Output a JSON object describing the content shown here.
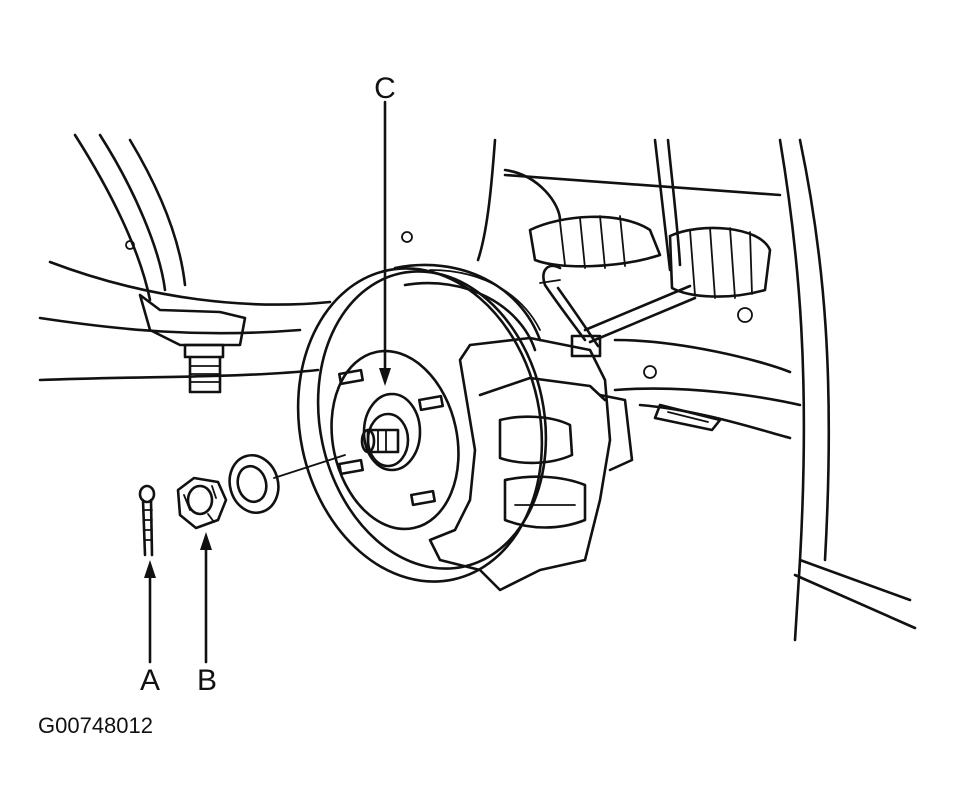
{
  "diagram": {
    "callouts": {
      "a": "A",
      "b": "B",
      "c": "C"
    },
    "figure_id": "G00748012",
    "colors": {
      "ink": "#111111",
      "background": "#ffffff"
    }
  }
}
